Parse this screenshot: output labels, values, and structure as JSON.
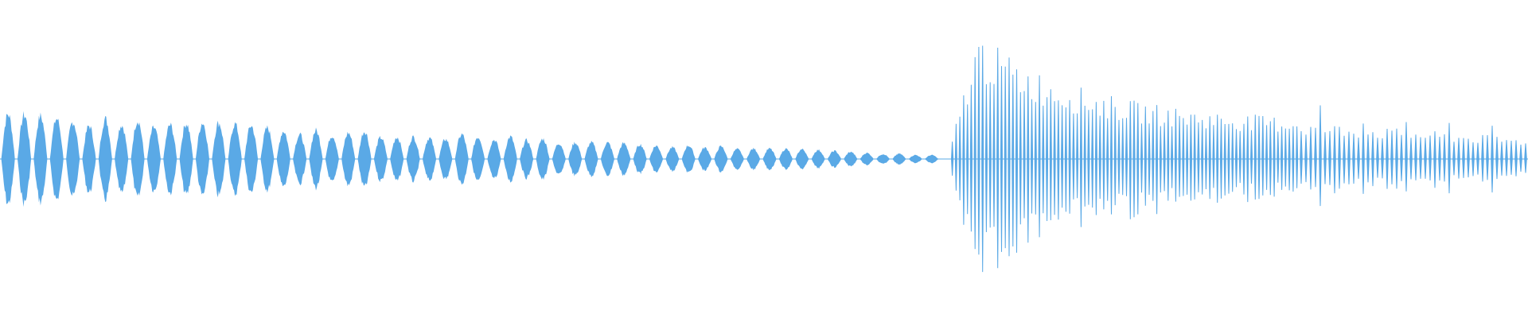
{
  "waveform": {
    "color": "#5aa9e6",
    "background": "#ffffff",
    "segments": [
      {
        "name": "decaying-pulse-train",
        "start_fraction": 0.0,
        "end_fraction": 0.615,
        "pulse_count": 58,
        "start_amplitude": 0.34,
        "end_amplitude": 0.03
      },
      {
        "name": "attack-burst",
        "start_fraction": 0.622,
        "end_fraction": 0.85,
        "oscillation_count": 92,
        "peak_amplitude": 1.0,
        "end_amplitude": 0.25
      },
      {
        "name": "sustained-tail",
        "start_fraction": 0.85,
        "end_fraction": 1.0,
        "oscillation_count": 48,
        "start_amplitude": 0.25,
        "end_amplitude": 0.14
      }
    ]
  }
}
